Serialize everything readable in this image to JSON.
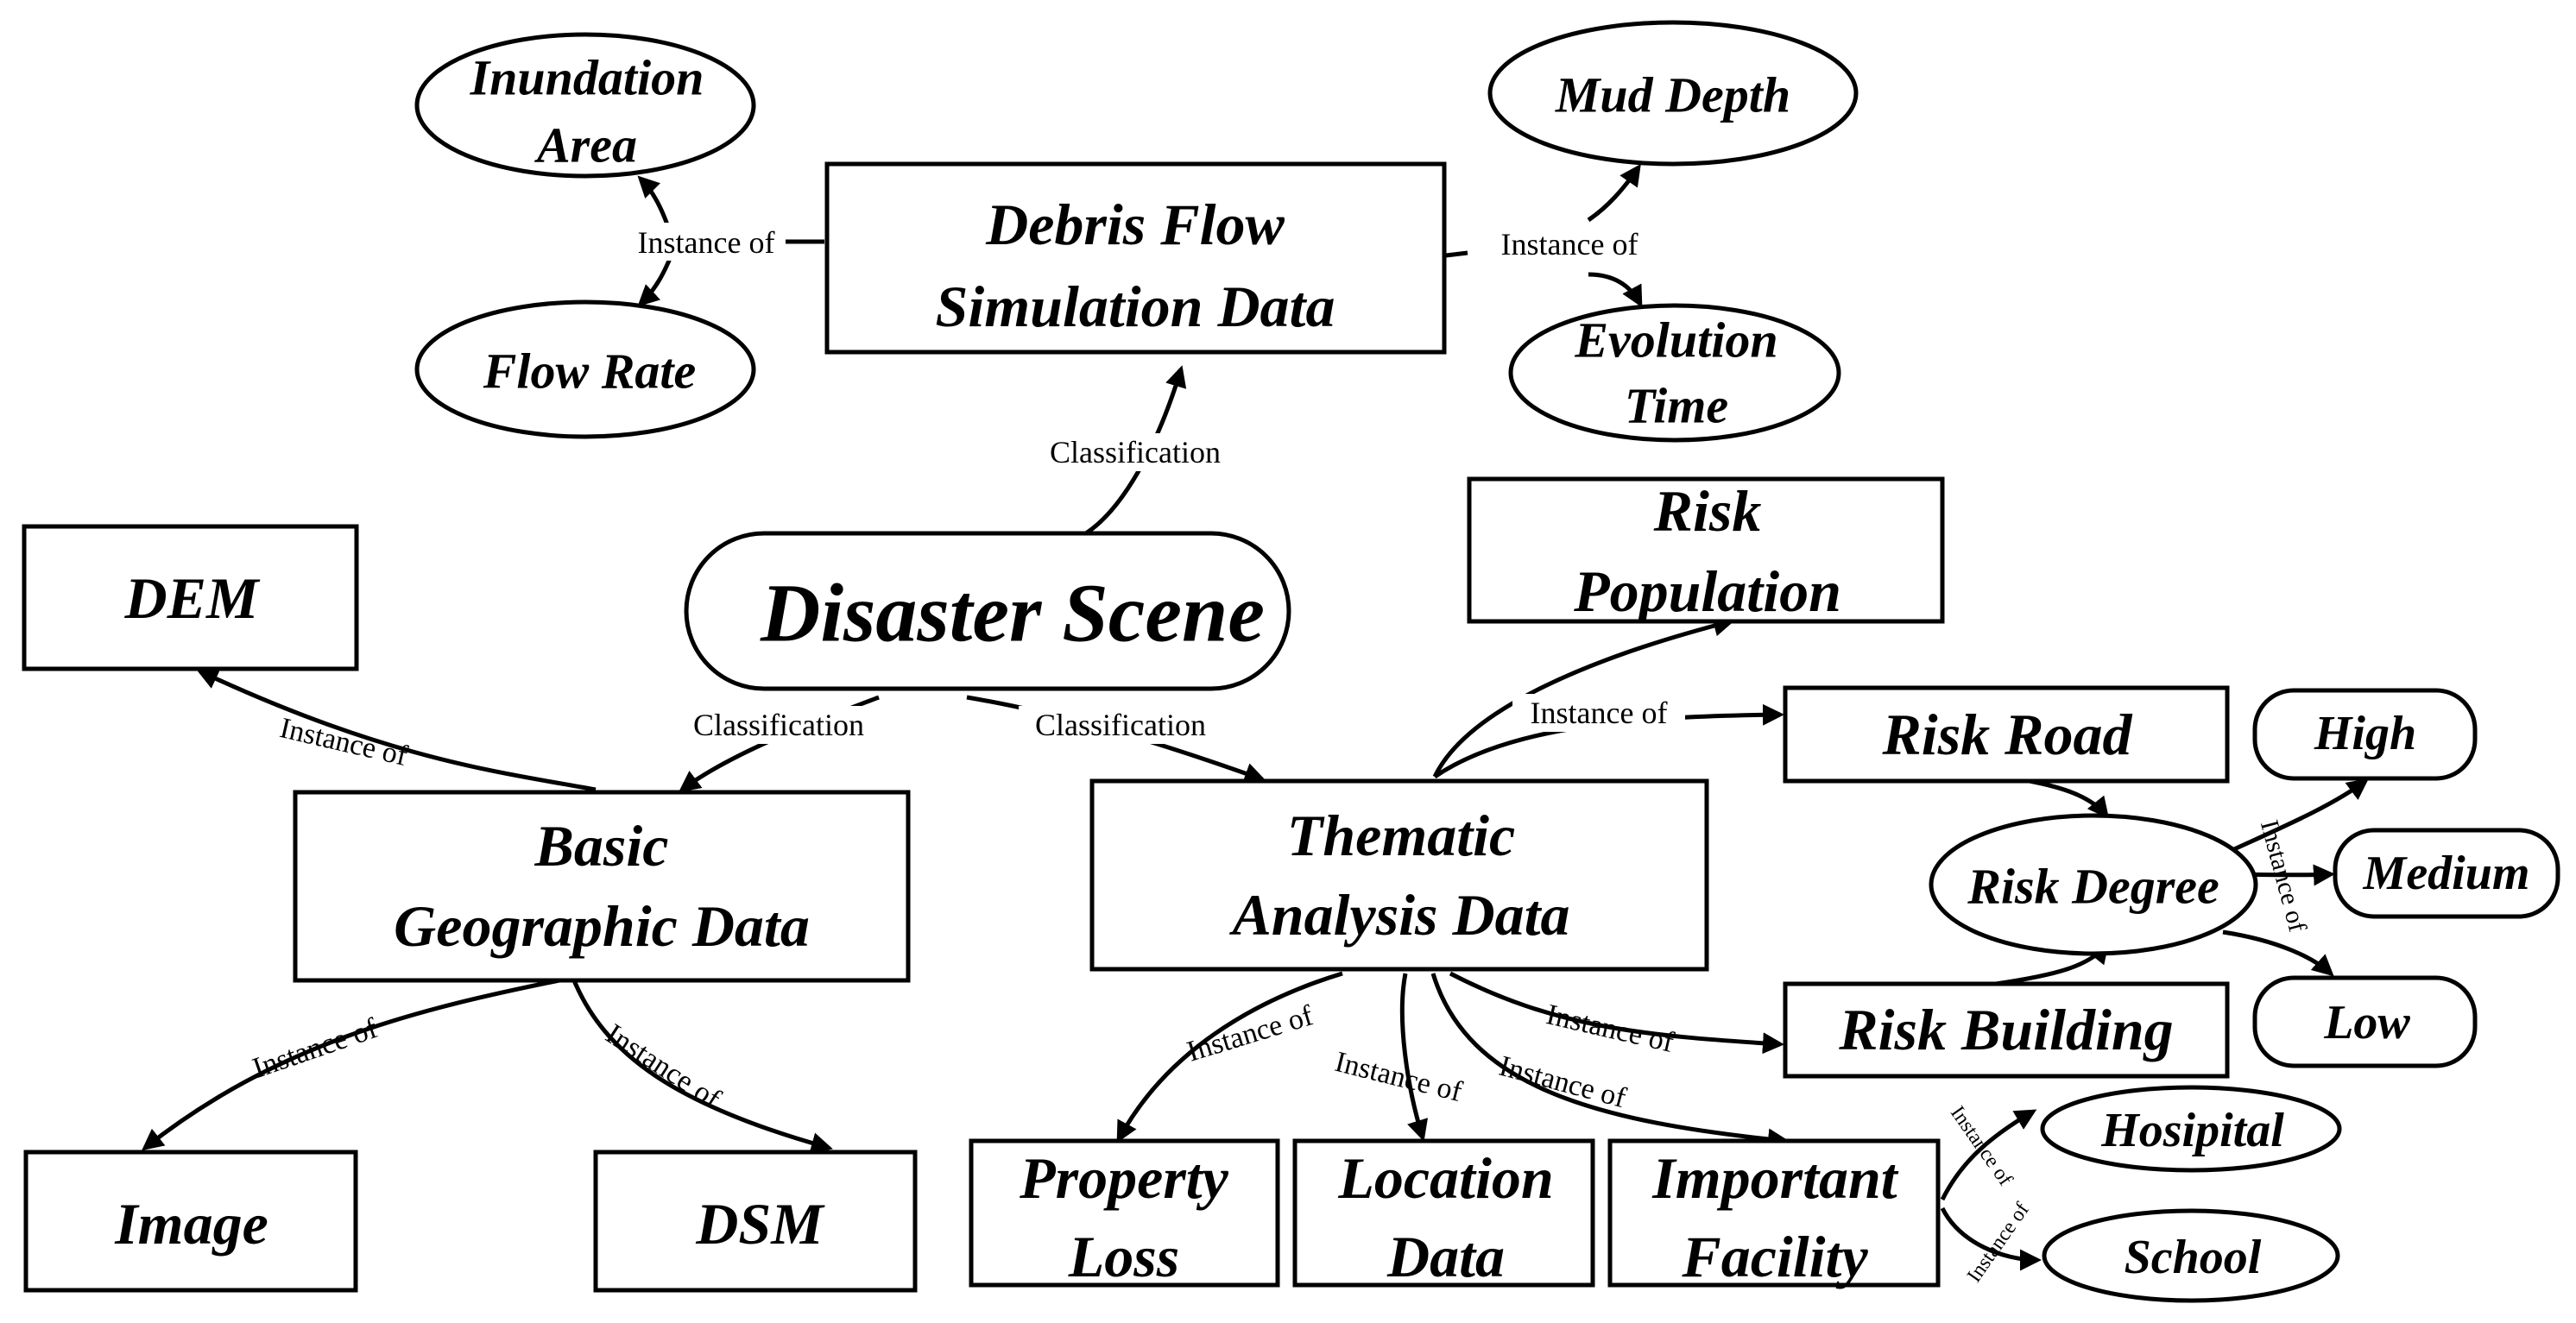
{
  "nodes": {
    "disaster_scene": "Disaster Scene",
    "debris_flow": [
      "Debris Flow",
      "Simulation Data"
    ],
    "inundation_area": [
      "Inundation",
      "Area"
    ],
    "flow_rate": "Flow Rate",
    "mud_depth": "Mud Depth",
    "evolution_time": [
      "Evolution",
      "Time"
    ],
    "dem": "DEM",
    "basic_geo": [
      "Basic",
      "Geographic Data"
    ],
    "image": "Image",
    "dsm": "DSM",
    "thematic": [
      "Thematic",
      "Analysis Data"
    ],
    "risk_population": [
      "Risk",
      "Population"
    ],
    "risk_road": "Risk Road",
    "risk_degree": "Risk Degree",
    "risk_building": "Risk Building",
    "high": "High",
    "medium": "Medium",
    "low": "Low",
    "property_loss": [
      "Property",
      "Loss"
    ],
    "location_data": [
      "Location",
      "Data"
    ],
    "important_facility": [
      "Important",
      "Facility"
    ],
    "hospital": "Hosipital",
    "school": "School"
  },
  "edge_labels": {
    "instance_of": "Instance of",
    "classification": "Classification"
  }
}
